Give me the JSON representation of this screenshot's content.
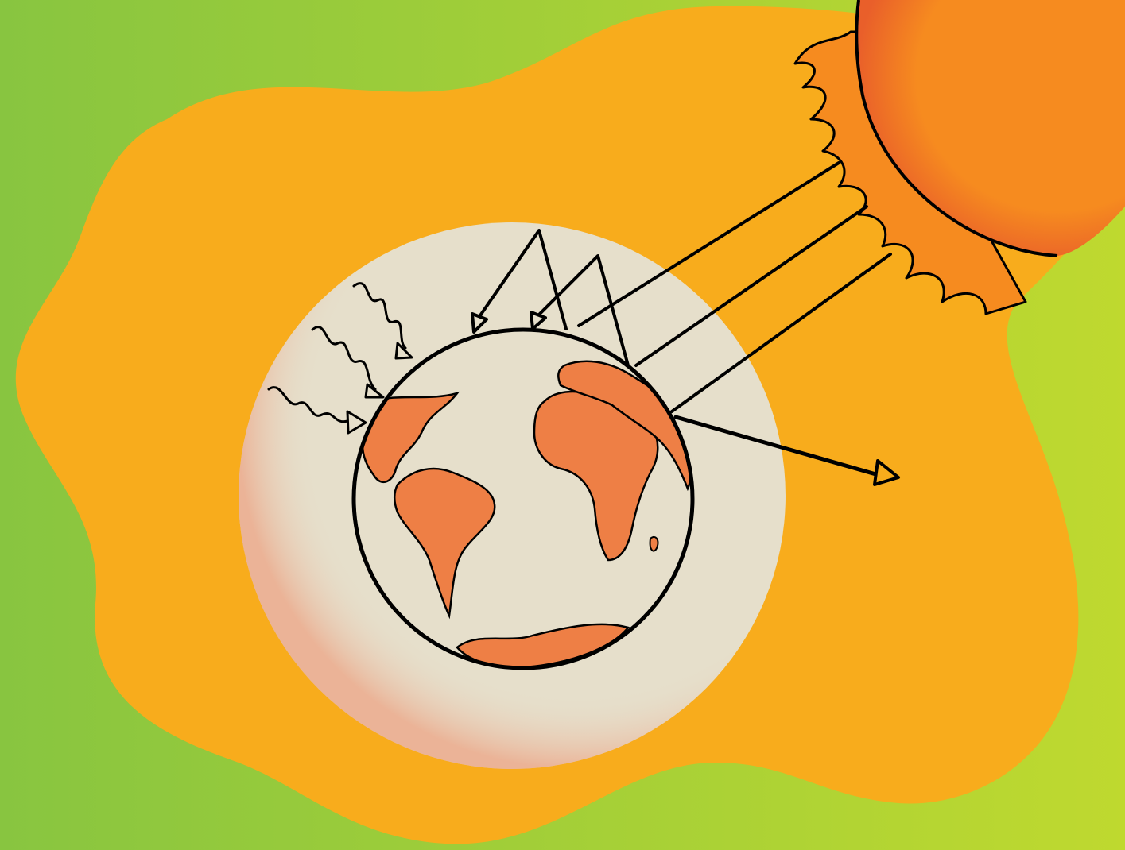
{
  "illustration": {
    "subject": [
      "sun",
      "earth",
      "atmosphere",
      "sunlight-rays",
      "reflected-rays",
      "heat-waves"
    ],
    "colors": {
      "background_left": "#88c540",
      "background_right": "#bfd92f",
      "blob": "#f8ac1c",
      "atmosphere": "#e6dfcb",
      "atmosphere_shadow": "#ef8f6c",
      "land": "#ee7f45",
      "sun": "#f68b1f",
      "sun_shadow": "#e95f2a",
      "ink": "#000000"
    }
  }
}
